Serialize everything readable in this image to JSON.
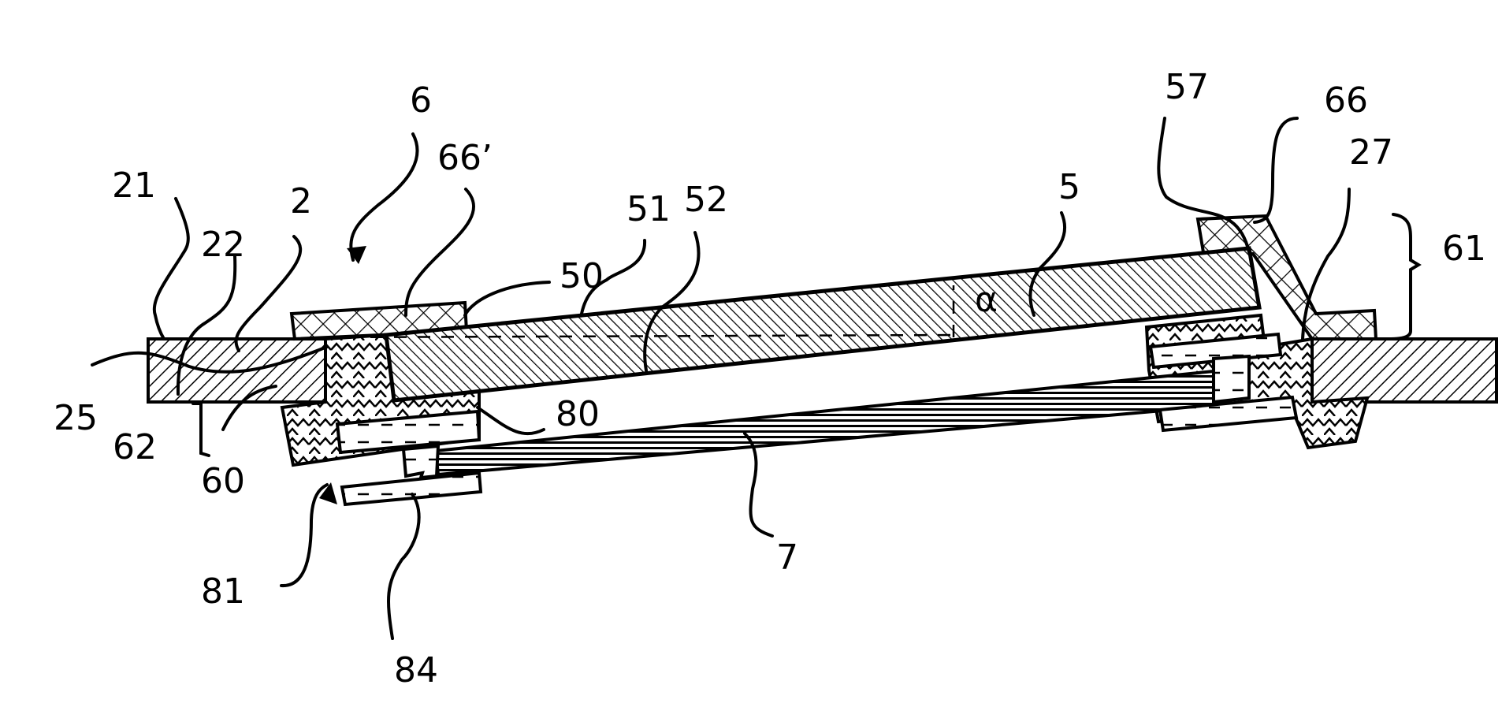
{
  "figure": {
    "type": "patent cross-section drawing",
    "colors": {
      "ink": "#000000",
      "paper": "#ffffff"
    },
    "labels": {
      "l21": "21",
      "l22": "22",
      "l2": "2",
      "l25": "25",
      "l62": "62",
      "l60": "60",
      "l6": "6",
      "l66p": "66’",
      "l50": "50",
      "l51": "51",
      "l52": "52",
      "l80": "80",
      "l81": "81",
      "l84": "84",
      "l7": "7",
      "l5": "5",
      "lalpha": "α",
      "l57": "57",
      "l66": "66",
      "l27": "27",
      "l61": "61"
    },
    "components": [
      {
        "ref": "2",
        "hatch": "diagonal-back"
      },
      {
        "ref": "5",
        "hatch": "diagonal-forward"
      },
      {
        "ref": "6",
        "hatch": "crosshatch"
      },
      {
        "ref": "60",
        "hatch": "scalloped"
      },
      {
        "ref": "7",
        "hatch": "horizontal-lines"
      },
      {
        "ref": "81",
        "hatch": "dashed-fill"
      }
    ]
  }
}
